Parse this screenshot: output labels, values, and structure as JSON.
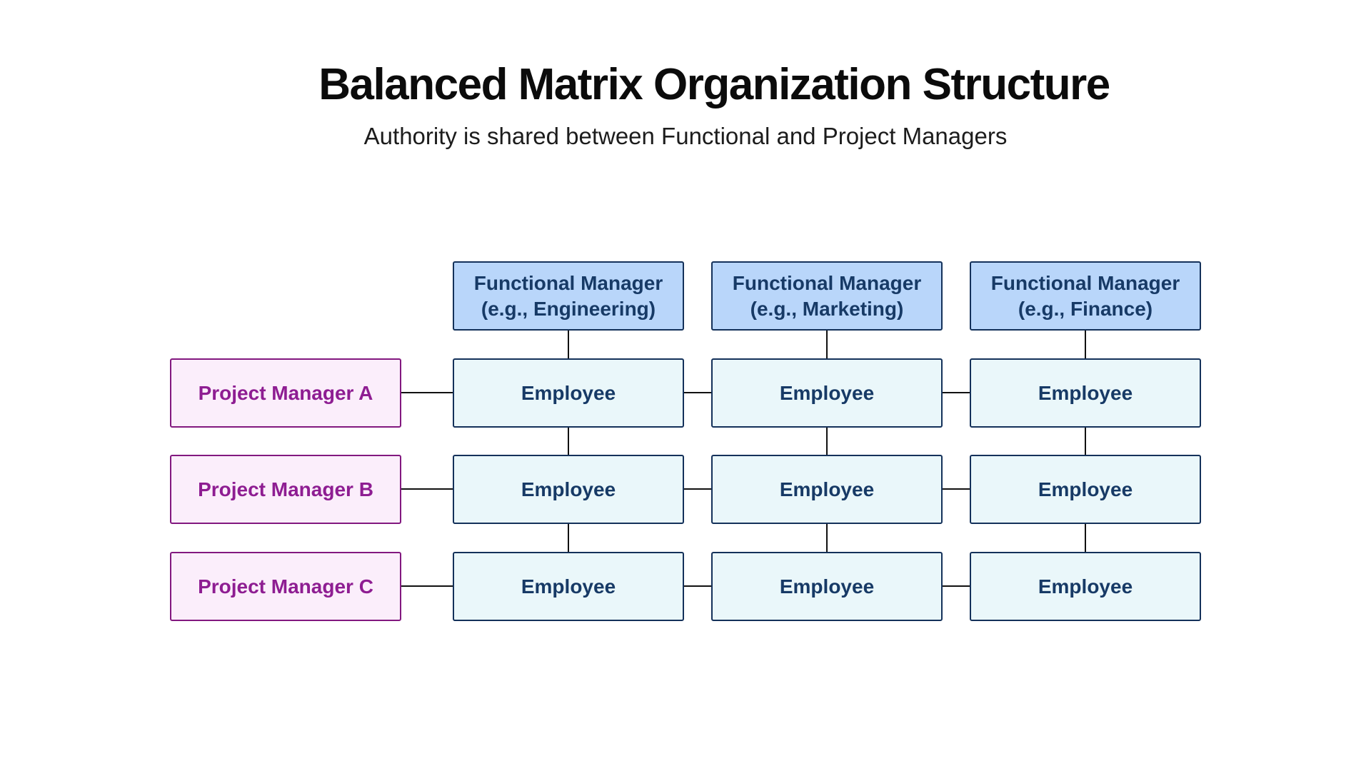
{
  "page": {
    "title": "Balanced Matrix Organization Structure",
    "subtitle": "Authority is shared between Functional and Project Managers"
  },
  "colors": {
    "functional_fill": "#b9d6fa",
    "functional_border": "#14315a",
    "functional_text": "#173a66",
    "employee_fill": "#eaf7fa",
    "employee_border": "#14315a",
    "employee_text": "#173a66",
    "project_fill": "#fbeefb",
    "project_border": "#82187f",
    "project_text": "#8e1d92",
    "connector": "#111111",
    "background": "#ffffff"
  },
  "functional_managers": [
    {
      "title": "Functional Manager",
      "subtitle": "(e.g., Engineering)"
    },
    {
      "title": "Functional Manager",
      "subtitle": "(e.g., Marketing)"
    },
    {
      "title": "Functional Manager",
      "subtitle": "(e.g., Finance)"
    }
  ],
  "project_managers": [
    {
      "label": "Project Manager A"
    },
    {
      "label": "Project Manager B"
    },
    {
      "label": "Project Manager C"
    }
  ],
  "employees": {
    "rows": [
      [
        "Employee",
        "Employee",
        "Employee"
      ],
      [
        "Employee",
        "Employee",
        "Employee"
      ],
      [
        "Employee",
        "Employee",
        "Employee"
      ]
    ]
  }
}
